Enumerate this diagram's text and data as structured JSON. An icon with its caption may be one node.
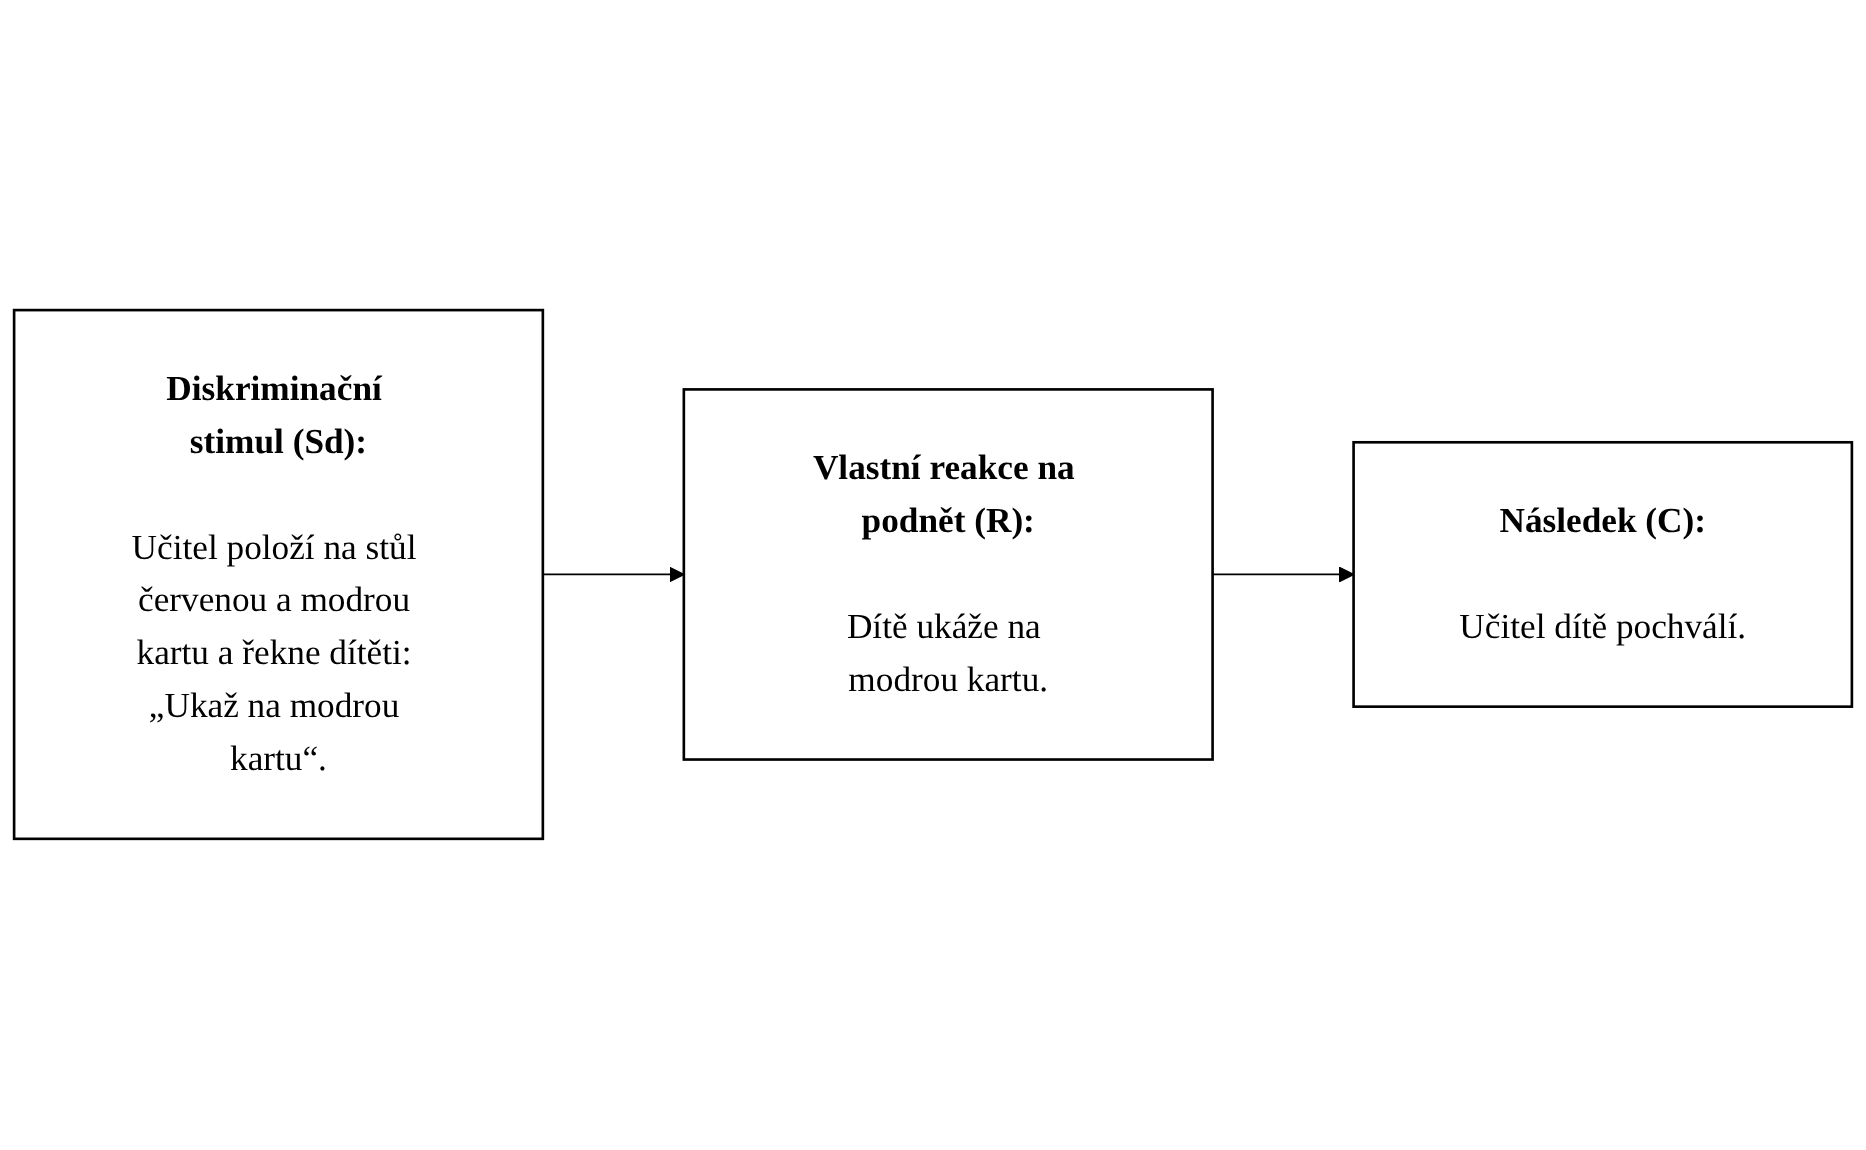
{
  "diagram": {
    "nodes": [
      {
        "text": [
          "Diskriminační stimul (Sd):",
          "Učitel položí na stůl červenou a modrou kartu a řekne dítěti: „Ukaž na modrou kartu“."
        ]
      },
      {
        "text": [
          "Vlastní reakce na podnět (R):",
          "Dítě ukáže na modrou kartu."
        ]
      },
      {
        "text": [
          "Následek (C):",
          "Učitel dítě pochválí."
        ]
      }
    ],
    "edges": [
      {
        "from": 0,
        "to": 1,
        "arrow": "to"
      },
      {
        "from": 1,
        "to": 2,
        "arrow": "to"
      }
    ]
  }
}
